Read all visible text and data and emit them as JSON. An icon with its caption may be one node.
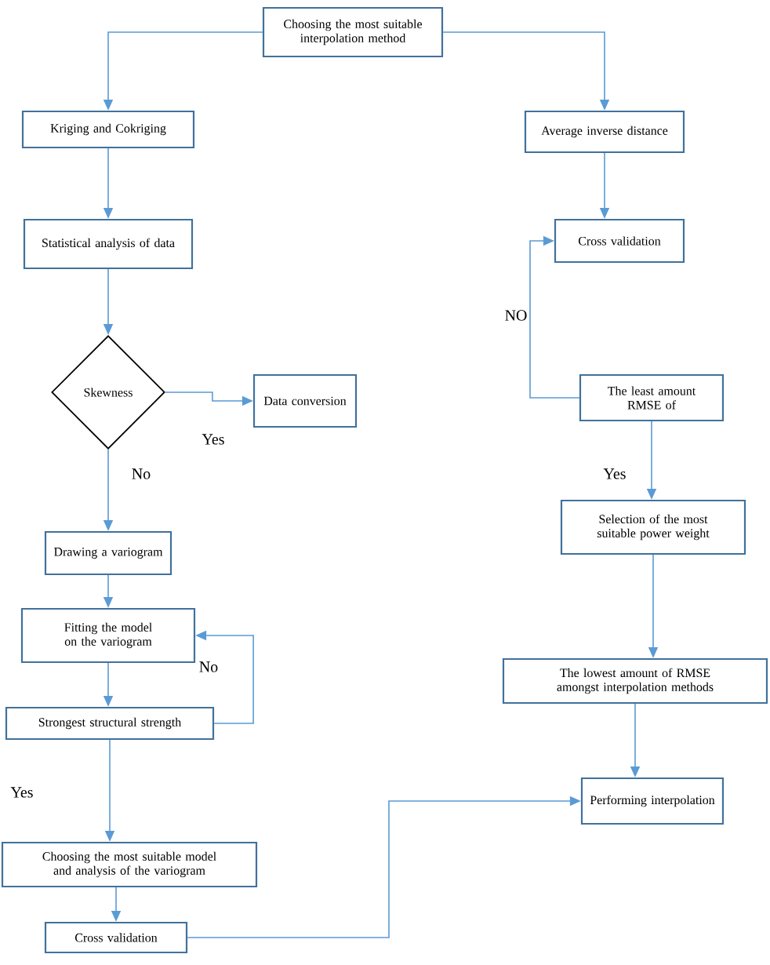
{
  "diagram": {
    "nodes": [
      {
        "text": [
          "Choosing the most suitable interpolation method"
        ]
      },
      {
        "text": [
          "Kriging and Cokriging"
        ]
      },
      {
        "text": [
          "Statistical analysis of data"
        ]
      },
      {
        "text": [
          "Skewness"
        ]
      },
      {
        "text": [
          "Data conversion"
        ]
      },
      {
        "text": [
          "Drawing a variogram"
        ]
      },
      {
        "text": [
          "Fitting the model on the variogram"
        ]
      },
      {
        "text": [
          "Strongest structural strength"
        ]
      },
      {
        "text": [
          "Choosing the most suitable model and analysis of the variogram"
        ]
      },
      {
        "text": [
          "Cross validation"
        ]
      },
      {
        "text": [
          "Average inverse distance"
        ]
      },
      {
        "text": [
          "Cross validation"
        ]
      },
      {
        "text": [
          "The least amount RMSE of"
        ]
      },
      {
        "text": [
          "Selection of the most suitable power weight"
        ]
      },
      {
        "text": [
          "The lowest amount of RMSE amongst interpolation methods"
        ]
      },
      {
        "text": [
          "Performing interpolation"
        ]
      }
    ],
    "edges": [
      {
        "from": 0,
        "to": 1,
        "arrow": "to"
      },
      {
        "from": 0,
        "to": 10,
        "arrow": "to"
      },
      {
        "from": 1,
        "to": 2,
        "arrow": "to"
      },
      {
        "from": 2,
        "to": 3,
        "arrow": "to"
      },
      {
        "from": 3,
        "to": 4,
        "arrow": "to",
        "label": "Yes"
      },
      {
        "from": 3,
        "to": 5,
        "arrow": "to",
        "label": "No"
      },
      {
        "from": 5,
        "to": 6,
        "arrow": "to"
      },
      {
        "from": 6,
        "to": 7,
        "arrow": "to"
      },
      {
        "from": 7,
        "to": 6,
        "arrow": "to",
        "label": "No"
      },
      {
        "from": 7,
        "to": 8,
        "arrow": "to",
        "label": "Yes"
      },
      {
        "from": 8,
        "to": 9,
        "arrow": "to"
      },
      {
        "from": 9,
        "to": 15,
        "arrow": "to"
      },
      {
        "from": 10,
        "to": 11,
        "arrow": "to"
      },
      {
        "from": 12,
        "to": 11,
        "arrow": "to",
        "label": "NO"
      },
      {
        "from": 12,
        "to": 13,
        "arrow": "to",
        "label": "Yes"
      },
      {
        "from": 13,
        "to": 14,
        "arrow": "to"
      },
      {
        "from": 14,
        "to": 15,
        "arrow": "to"
      }
    ]
  }
}
